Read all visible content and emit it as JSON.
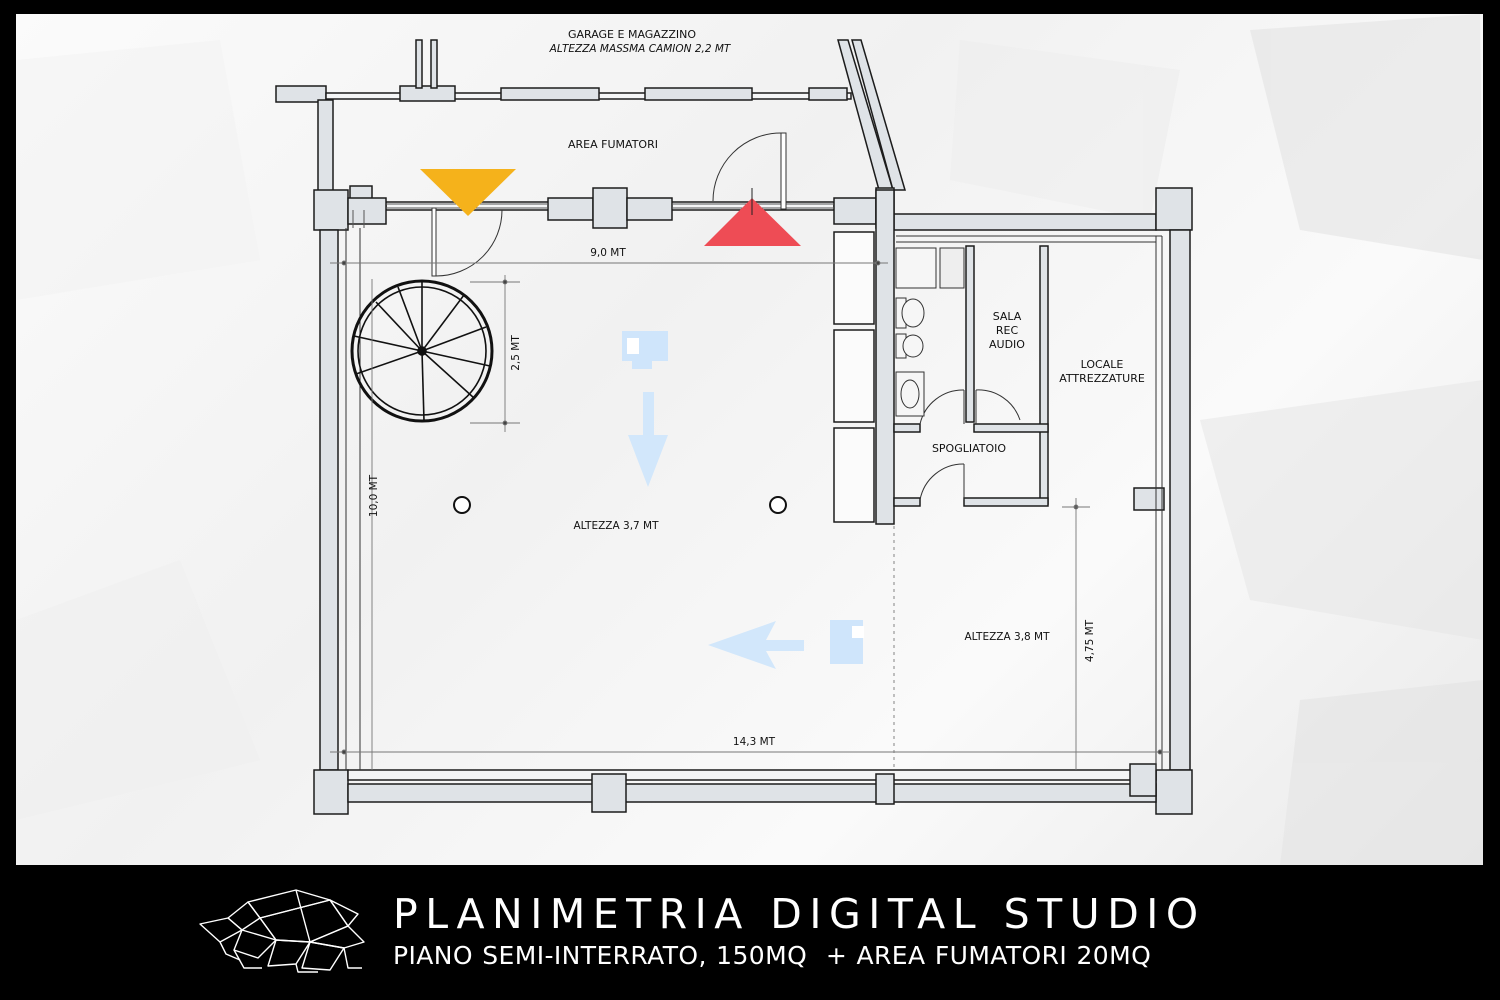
{
  "labels": {
    "garage_title": "GARAGE E MAGAZZINO",
    "garage_subtitle": "ALTEZZA MASSMA CAMION 2,2 MT",
    "smoking_area": "AREA FUMATORI",
    "dim_width_top": "9,0 MT",
    "dim_stair": "2,5 MT",
    "dim_height_left": "10,0 MT",
    "ceiling_height_main": "ALTEZZA 3,7 MT",
    "ceiling_height_right": "ALTEZZA 3,8 MT",
    "dim_width_bottom": "14,3 MT",
    "dim_right": "4,75 MT",
    "audio_room_line1": "SALA",
    "audio_room_line2": "REC",
    "audio_room_line3": "AUDIO",
    "equipment_line1": "LOCALE",
    "equipment_line2": "ATTREZZATURE",
    "changing_room": "SPOGLIATOIO"
  },
  "footer": {
    "title": "PLANIMETRIA DIGITAL STUDIO",
    "subtitle": "PIANO SEMI-INTERRATO, 150MQ  + AREA FUMATORI 20MQ"
  },
  "colors": {
    "wall_fill": "#dfe3e7",
    "wall_stroke": "#1c1c1c",
    "entrance_marker": "#f5b21b",
    "exit_marker": "#ee4c55",
    "camera_icon": "#cfe5fb",
    "footer_bg": "#000000",
    "footer_text": "#ffffff"
  },
  "icons": [
    "entrance-triangle-icon",
    "exit-triangle-icon",
    "camera-icon",
    "direction-arrow-icon",
    "rhino-logo-icon"
  ]
}
